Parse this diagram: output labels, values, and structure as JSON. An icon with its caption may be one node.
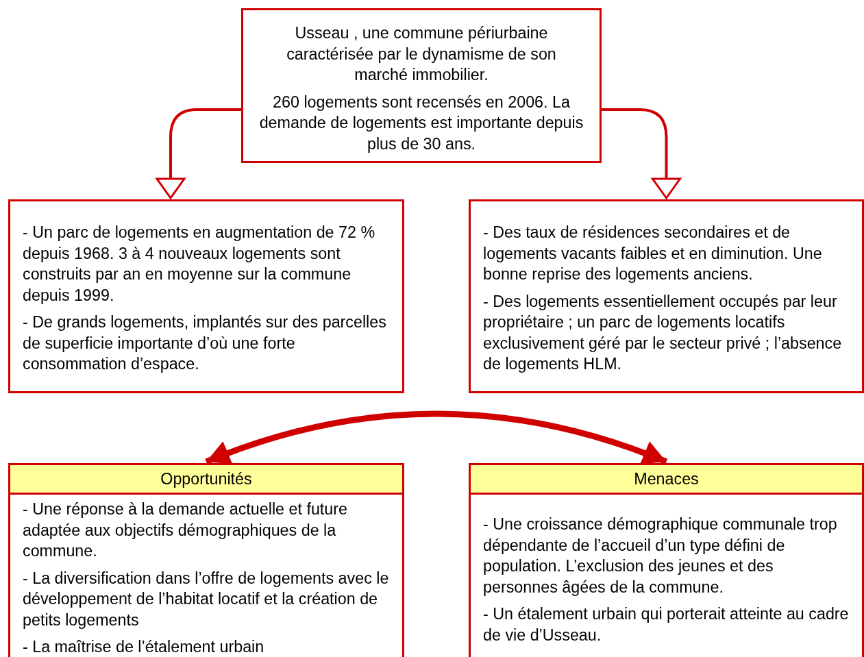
{
  "diagram": {
    "nodes": [
      {
        "text": [
          "Usseau , une commune périurbaine caractérisée par le dynamisme de son marché immobilier.",
          "260 logements sont recensés en 2006. La demande de logements est importante depuis plus de 30 ans."
        ]
      },
      {
        "text": [
          "- Un parc de logements en augmentation de 72 % depuis 1968.  3 à 4  nouveaux logements sont construits par an en moyenne sur la commune depuis 1999.",
          "- De grands logements, implantés sur des parcelles de superficie importante d’où une forte consommation d’espace."
        ]
      },
      {
        "text": [
          "- Des taux de résidences secondaires et de logements vacants faibles et en diminution. Une bonne reprise des logements anciens.",
          "- Des logements essentiellement occupés par leur propriétaire ; un parc de logements locatifs exclusivement géré par le secteur privé ; l’absence de logements HLM."
        ]
      },
      {
        "text": [
          "Opportunités",
          "- Une réponse à la demande actuelle et future adaptée aux objectifs démographiques de la commune.",
          "- La diversification dans l’offre de logements avec le développement de l’habitat locatif et la création de petits logements",
          "- La maîtrise de l’étalement urbain"
        ]
      },
      {
        "text": [
          "Menaces",
          "- Une croissance démographique communale trop dépendante de l’accueil d’un type défini de population. L’exclusion des jeunes et des personnes âgées de la commune.",
          "- Un étalement urbain qui porterait atteinte au cadre de vie d’Usseau."
        ]
      }
    ],
    "edges": [
      {
        "from": 0,
        "to": 1,
        "arrow": "to"
      },
      {
        "from": 0,
        "to": 2,
        "arrow": "to"
      },
      {
        "from": 3,
        "to": 4,
        "arrow": "both",
        "style": "thick"
      }
    ]
  }
}
